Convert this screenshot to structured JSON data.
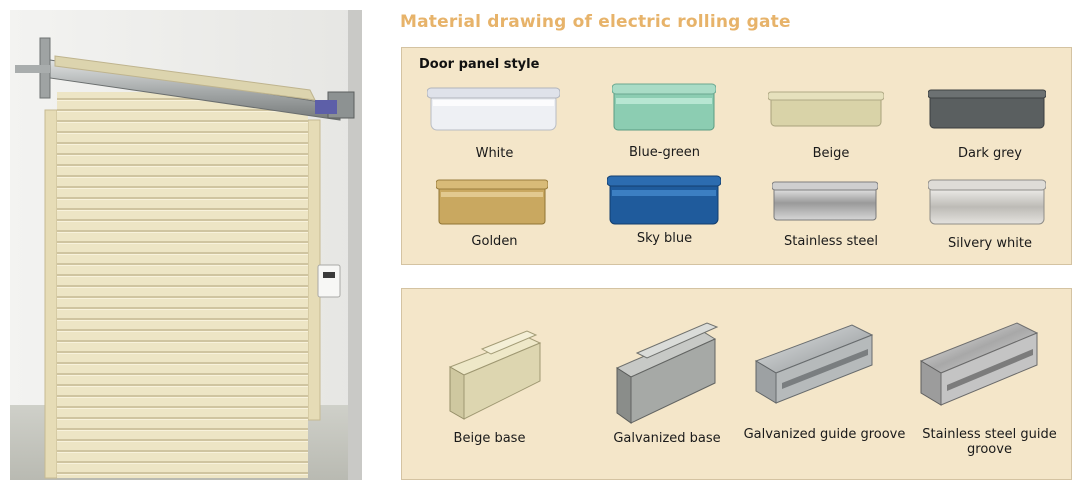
{
  "title": "Material drawing of electric rolling gate",
  "door_panel": {
    "heading": "Door panel style",
    "items": [
      {
        "label": "White",
        "color": "#eef0f4"
      },
      {
        "label": "Blue-green",
        "color": "#8ccdb2"
      },
      {
        "label": "Beige",
        "color": "#d9d3a8"
      },
      {
        "label": "Dark grey",
        "color": "#5a5f60"
      },
      {
        "label": "Golden",
        "color": "#c9a860"
      },
      {
        "label": "Sky blue",
        "color": "#1f5b9c"
      },
      {
        "label": "Stainless steel",
        "color": "#b8b8b8"
      },
      {
        "label": "Silvery white",
        "color": "#d8d6d2"
      }
    ]
  },
  "accessories": [
    {
      "label": "Beige base"
    },
    {
      "label": "Galvanized base"
    },
    {
      "label": "Galvanized guide groove"
    },
    {
      "label": "Stainless steel guide groove"
    }
  ]
}
